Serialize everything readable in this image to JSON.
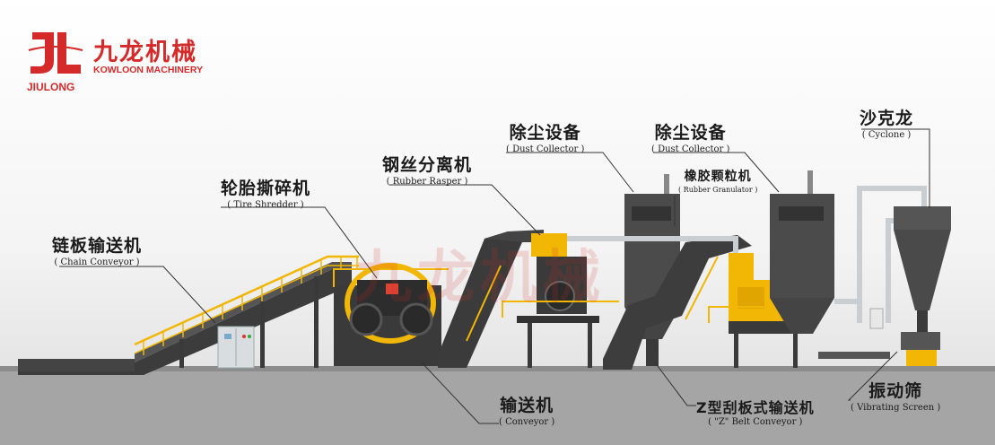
{
  "logo": {
    "cn": "九龙机械",
    "en_left": "JIULONG",
    "en_right": "KOWLOON MACHINERY",
    "color": "#d42a2a"
  },
  "watermark": "九龙机械",
  "labels": {
    "chain_conveyor": {
      "cn": "链板输送机",
      "en": "( Chain Conveyor )"
    },
    "tire_shredder": {
      "cn": "轮胎撕碎机",
      "en": "( Tire Shredder )"
    },
    "rubber_rasper": {
      "cn": "钢丝分离机",
      "en": "( Rubber Rasper )"
    },
    "dust_collector_1": {
      "cn": "除尘设备",
      "en": "( Dust Collector )"
    },
    "dust_collector_2": {
      "cn": "除尘设备",
      "en": "( Dust Collector )"
    },
    "rubber_granulator": {
      "cn": "橡胶颗粒机",
      "en": "( Rubber Granulator )"
    },
    "cyclone": {
      "cn": "沙克龙",
      "en": "( Cyclone )"
    },
    "conveyor": {
      "cn": "输送机",
      "en": "( Conveyor )"
    },
    "z_belt_conveyor": {
      "cn": "Z型刮板式输送机",
      "en": "( \"Z\" Belt Conveyor )"
    },
    "vibrating_screen": {
      "cn": "振动筛",
      "en": "( Vibrating Screen )"
    }
  },
  "colors": {
    "steel": "#4a4a4a",
    "dark_steel": "#2f2f2f",
    "yellow": "#f2b705",
    "floor": "#9a9a9a",
    "pipe": "#c9ced3"
  }
}
